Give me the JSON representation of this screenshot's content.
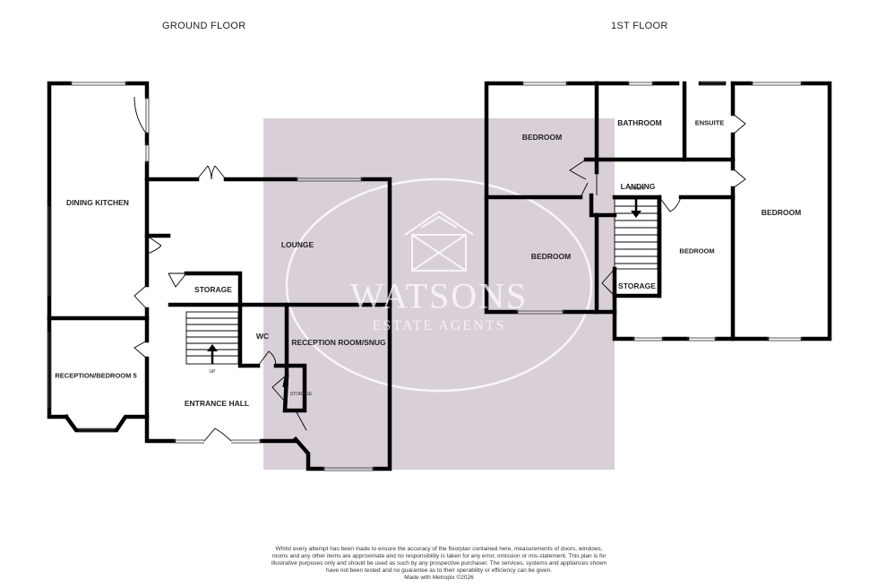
{
  "floors": {
    "ground": {
      "title": "GROUND FLOOR",
      "rooms": {
        "dining_kitchen": "DINING KITCHEN",
        "lounge": "LOUNGE",
        "storage": "STORAGE",
        "wc": "WC",
        "reception_snug": "RECEPTION ROOM/SNUG",
        "reception_bedroom5": "RECEPTION/BEDROOM 5",
        "entrance_hall": "ENTRANCE HALL",
        "storage_small": "STORAGE"
      },
      "stair_label": "UP"
    },
    "first": {
      "title": "1ST FLOOR",
      "rooms": {
        "bedroom_top_left": "BEDROOM",
        "bathroom": "BATHROOM",
        "ensuite": "ENSUITE",
        "landing": "LANDING",
        "bedroom_right": "BEDROOM",
        "bedroom_mid_left": "BEDROOM",
        "bedroom_center": "BEDROOM",
        "storage": "STORAGE"
      },
      "stair_label": "DOWN"
    }
  },
  "watermark": {
    "line1": "WATSONS",
    "line2": "ESTATE AGENTS",
    "color": "#d9cfd8"
  },
  "disclaimer": {
    "text": "Whilst every attempt has been made to ensure the accuracy of the floorplan contained here, measurements of doors, windows, rooms and any other items are approximate and no responsibility is taken for any error, omission or mis-statement. This plan is for illustrative purposes only and should be used as such by any prospective purchaser. The services, systems and appliances shown have not been tested and no guarantee as to their operability or efficiency can be given.",
    "credit": "Made with Metropix ©2026"
  }
}
